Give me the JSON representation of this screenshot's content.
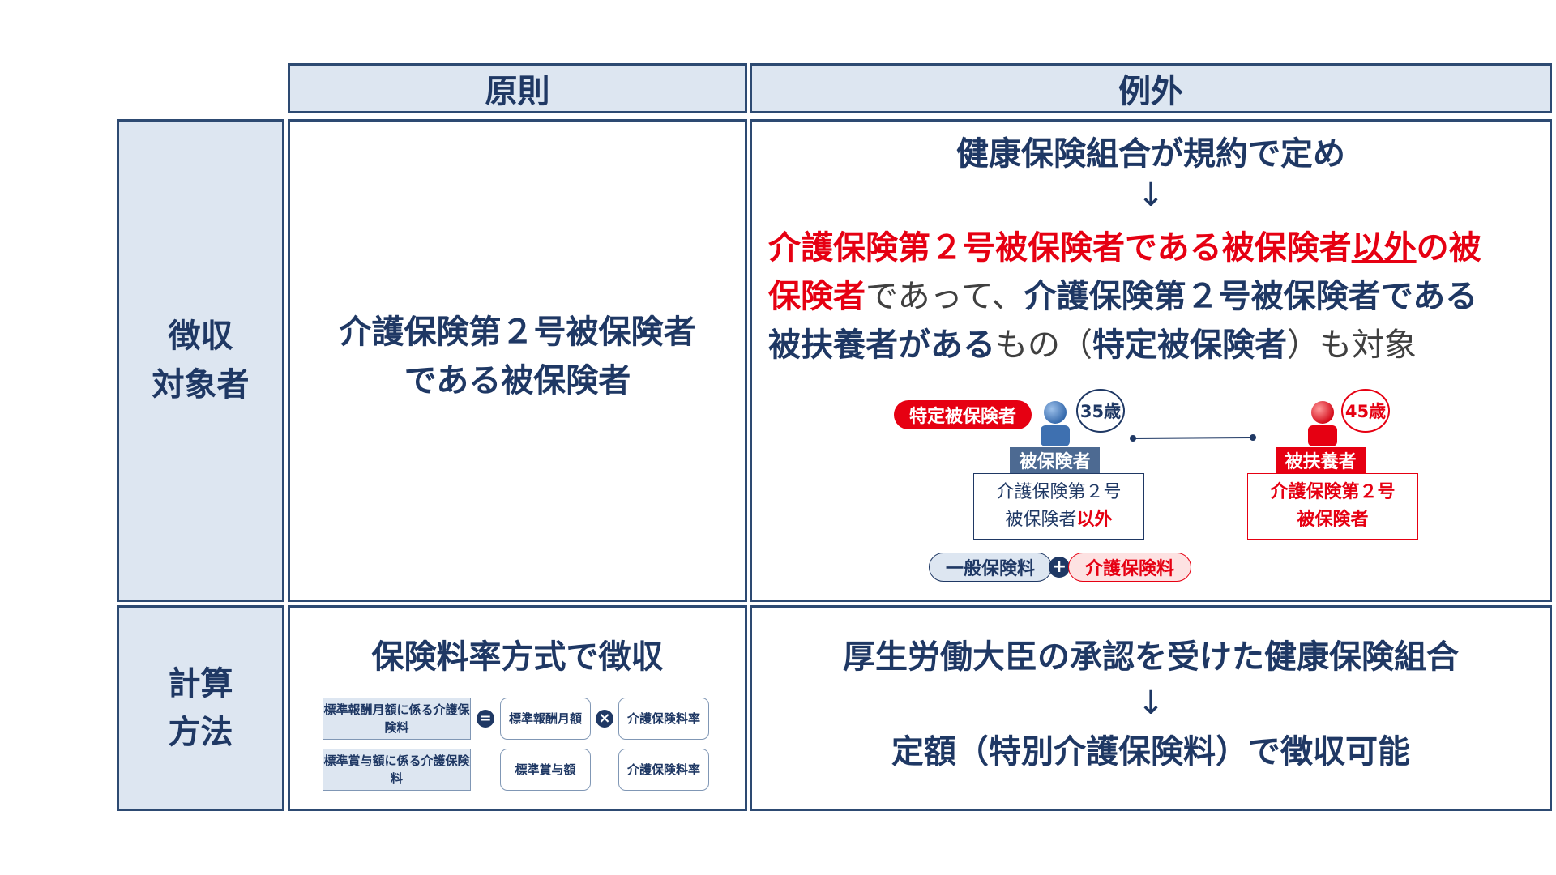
{
  "table": {
    "headers": {
      "principle": "原則",
      "exception": "例外"
    },
    "rows": {
      "subjects": {
        "label_line1": "徴収",
        "label_line2": "対象者",
        "principle_line1": "介護保険第２号被保険者",
        "principle_line2": "である被保険者",
        "exception": {
          "line1": "健康保険組合が規約で定め",
          "arrow": "↓",
          "p1": "介護保険第２号被保険者である被保険者",
          "p2_underlined": "以外",
          "p3": "の被",
          "p4": "保険者",
          "p5": "であって、",
          "p6": "介護保険第２号被保険者である",
          "p7": "被扶養者がある",
          "p8": "もの（",
          "p9": "特定被保険者",
          "p10": "）も対象"
        },
        "diagram": {
          "specific_badge": "特定被保険者",
          "age_insured": "35歳",
          "age_dependent": "45歳",
          "insured_label": "被保険者",
          "dependent_label": "被扶養者",
          "insured_box_line1": "介護保険第２号",
          "insured_box_line2a": "被保険者",
          "insured_box_line2b": "以外",
          "dependent_box_line1": "介護保険第２号",
          "dependent_box_line2": "被保険者",
          "general_premium": "一般保険料",
          "plus": "+",
          "care_premium": "介護保険料"
        }
      },
      "calculation": {
        "label_line1": "計算",
        "label_line2": "方法",
        "principle_title": "保険料率方式で徴収",
        "formula": {
          "row1_left": "標準報酬月額に係る介護保険料",
          "row1_mid": "標準報酬月額",
          "row1_right": "介護保険料率",
          "row2_left": "標準賞与額に係る介護保険料",
          "row2_mid": "標準賞与額",
          "row2_right": "介護保険料率",
          "equals": "=",
          "times": "×"
        },
        "exception_line1": "厚生労働大臣の承認を受けた健康保険組合",
        "exception_arrow": "↓",
        "exception_line2": "定額（特別介護保険料）で徴収可能"
      }
    }
  },
  "colors": {
    "navy": "#1f3864",
    "header_fill": "#dde6f1",
    "red": "#e60012",
    "person_blue": "#4a7ebb"
  }
}
